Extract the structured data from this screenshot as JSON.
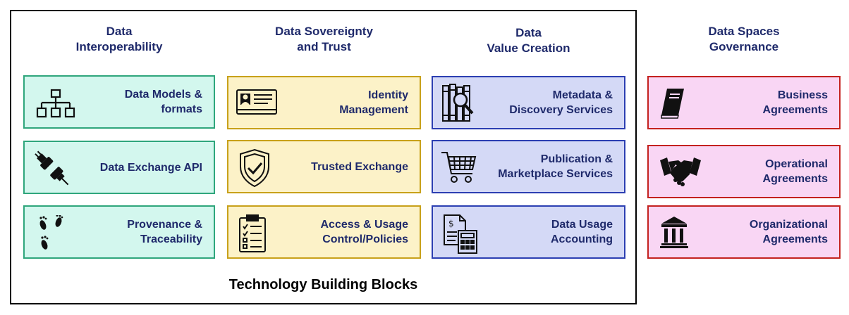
{
  "frame_title": "Technology Building Blocks",
  "columns": [
    {
      "heading": "Data\nInteroperability",
      "blocks": [
        {
          "label": "Data Models &\nformats",
          "icon": "hierarchy-icon"
        },
        {
          "label": "Data Exchange API",
          "icon": "plug-icon"
        },
        {
          "label": "Provenance &\nTraceability",
          "icon": "footprints-icon"
        }
      ]
    },
    {
      "heading": "Data Sovereignty\nand Trust",
      "blocks": [
        {
          "label": "Identity\nManagement",
          "icon": "id-card-icon"
        },
        {
          "label": "Trusted Exchange",
          "icon": "shield-check-icon"
        },
        {
          "label": "Access & Usage\nControl/Policies",
          "icon": "clipboard-checklist-icon"
        }
      ]
    },
    {
      "heading": "Data\nValue Creation",
      "blocks": [
        {
          "label": "Metadata &\nDiscovery Services",
          "icon": "book-search-icon"
        },
        {
          "label": "Publication &\nMarketplace Services",
          "icon": "shopping-cart-icon"
        },
        {
          "label": "Data Usage\nAccounting",
          "icon": "invoice-calculator-icon"
        }
      ]
    },
    {
      "heading": "Data Spaces\nGovernance",
      "blocks": [
        {
          "label": "Business\nAgreements",
          "icon": "book-icon"
        },
        {
          "label": "Operational\nAgreements",
          "icon": "handshake-icon"
        },
        {
          "label": "Organizational\nAgreements",
          "icon": "institution-icon"
        }
      ]
    }
  ],
  "colors": {
    "heading_text": "#1f2a6b",
    "interop_fill": "#d3f7ee",
    "interop_border": "#2fa67c",
    "sovereignty_fill": "#fcf2c8",
    "sovereignty_border": "#c8a11a",
    "value_fill": "#d4d9f6",
    "value_border": "#2c3fb2",
    "governance_fill": "#f9d6f4",
    "governance_border": "#c4221f"
  }
}
